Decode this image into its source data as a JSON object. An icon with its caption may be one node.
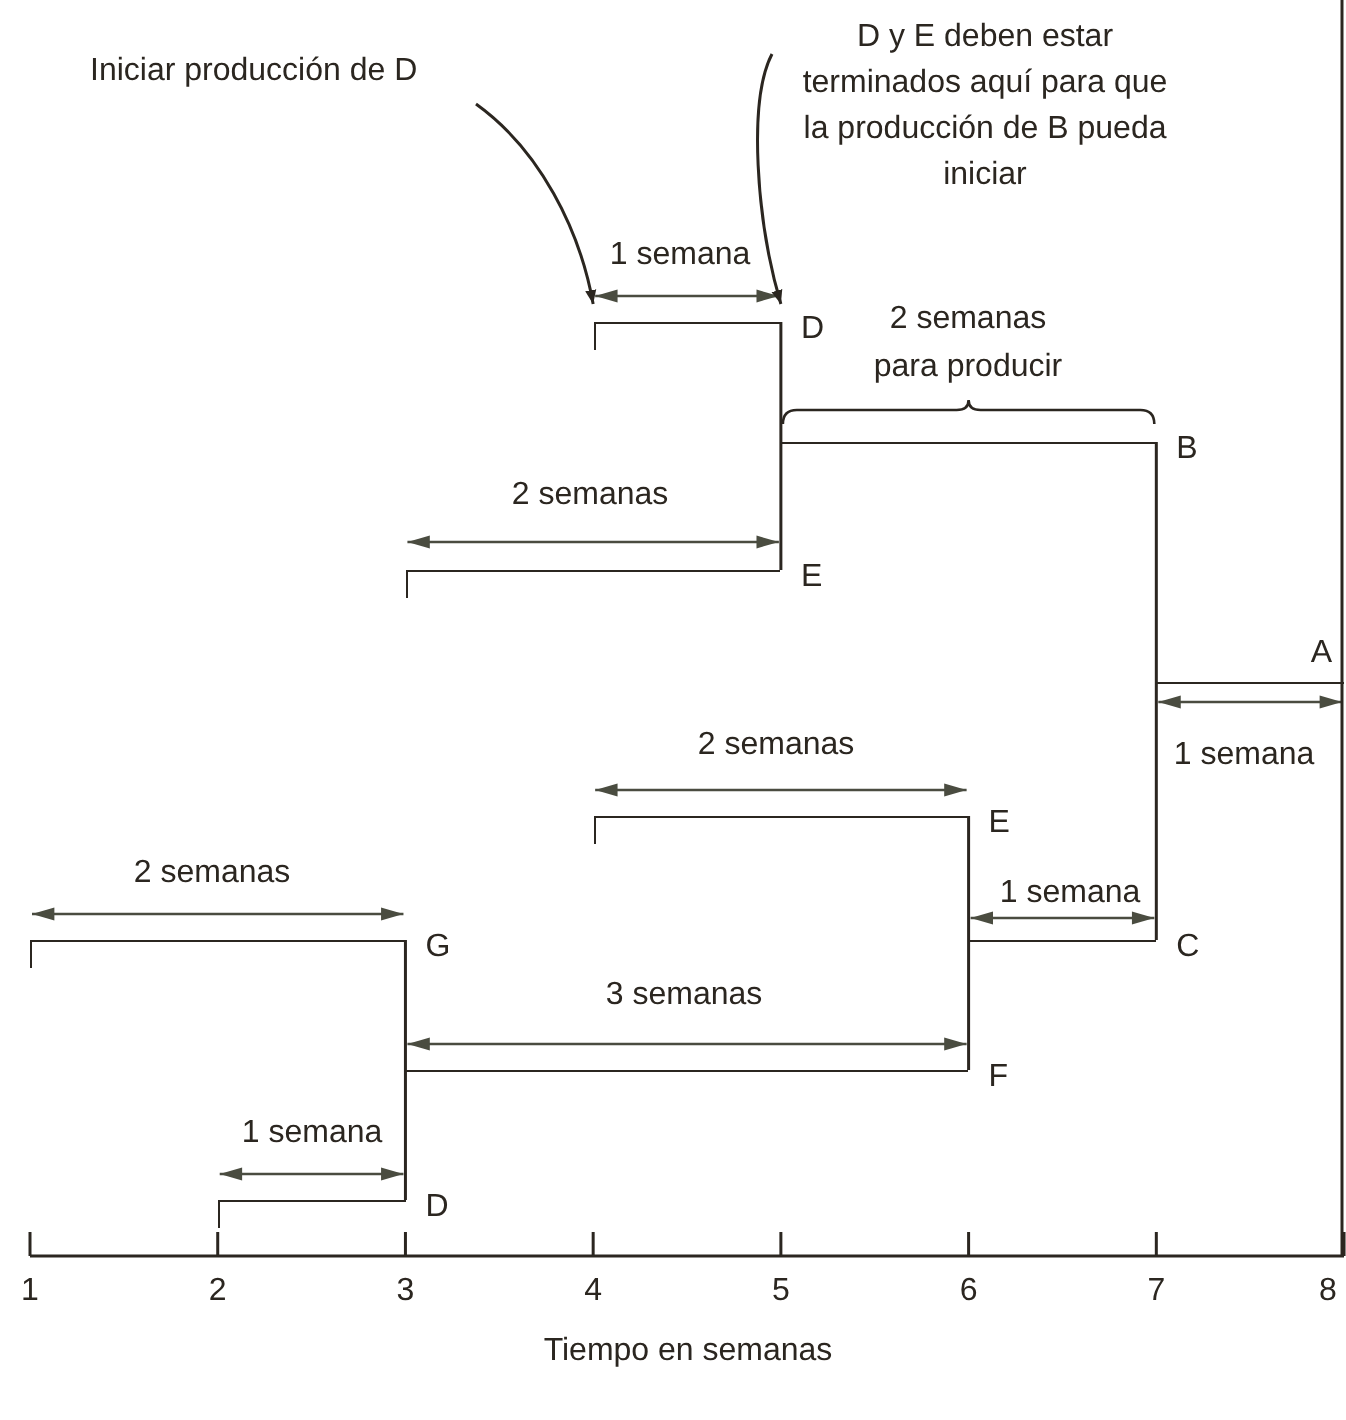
{
  "diagram": {
    "nodes": [
      {
        "text": [
          "Iniciar producción de D"
        ]
      },
      {
        "text": [
          "D y E deben estar terminados aquí para que la producción de B pueda iniciar"
        ]
      },
      {
        "text": [
          "D"
        ],
        "beside": [
          "1 semana"
        ]
      },
      {
        "text": [
          "E"
        ],
        "beside": [
          "2 semanas"
        ]
      },
      {
        "text": [
          "B"
        ],
        "beside": [
          "2 semanas para producir"
        ]
      },
      {
        "text": [
          "A"
        ],
        "beside": [
          "1 semana"
        ]
      },
      {
        "text": [
          "E"
        ],
        "beside": [
          "2 semanas"
        ]
      },
      {
        "text": [
          "C"
        ],
        "beside": [
          "1 semana"
        ]
      },
      {
        "text": [
          "G"
        ],
        "beside": [
          "2 semanas"
        ]
      },
      {
        "text": [
          "F"
        ],
        "beside": [
          "3 semanas"
        ]
      },
      {
        "text": [
          "D"
        ],
        "beside": [
          "1 semana"
        ]
      }
    ],
    "edges": [
      {
        "from": 0,
        "to": 2,
        "arrow": "to"
      },
      {
        "from": 1,
        "to": 2,
        "arrow": "to"
      },
      {
        "from": 2,
        "to": 4,
        "arrow": "none"
      },
      {
        "from": 3,
        "to": 4,
        "arrow": "none"
      },
      {
        "from": 4,
        "to": 5,
        "arrow": "none"
      },
      {
        "from": 7,
        "to": 5,
        "arrow": "none"
      },
      {
        "from": 6,
        "to": 7,
        "arrow": "none"
      },
      {
        "from": 9,
        "to": 7,
        "arrow": "none"
      },
      {
        "from": 8,
        "to": 9,
        "arrow": "none"
      },
      {
        "from": 10,
        "to": 9,
        "arrow": "none"
      }
    ],
    "labels": [
      "1",
      "2",
      "3",
      "4",
      "5",
      "6",
      "7",
      "8",
      "Tiempo en semanas"
    ]
  }
}
